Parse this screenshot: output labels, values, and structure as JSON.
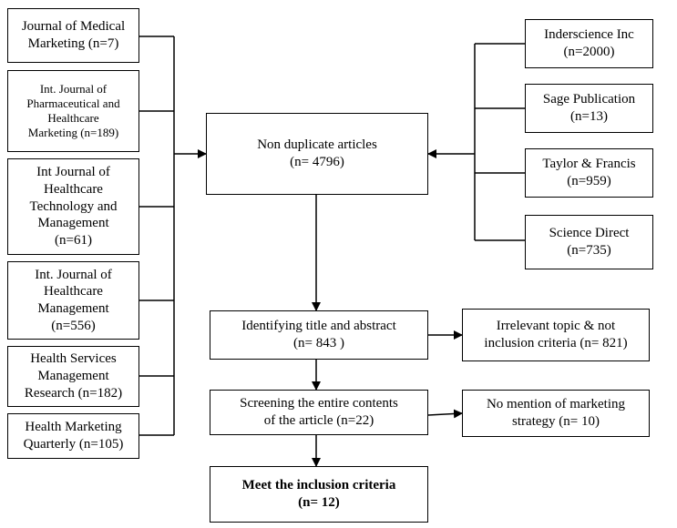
{
  "left_sources": [
    {
      "text": "Journal of Medical\nMarketing (n=7)"
    },
    {
      "text": "Int. Journal of\nPharmaceutical and\nHealthcare\nMarketing (n=189)"
    },
    {
      "text": "Int Journal of\nHealthcare\nTechnology and\nManagement\n(n=61)"
    },
    {
      "text": "Int. Journal of\nHealthcare\nManagement\n(n=556)"
    },
    {
      "text": "Health Services\nManagement\nResearch (n=182)"
    },
    {
      "text": "Health Marketing\nQuarterly (n=105)"
    }
  ],
  "right_sources": [
    {
      "text": "Inderscience Inc\n(n=2000)"
    },
    {
      "text": "Sage Publication\n(n=13)"
    },
    {
      "text": "Taylor & Francis\n(n=959)"
    },
    {
      "text": "Science Direct\n(n=735)"
    }
  ],
  "center": {
    "non_duplicate": "Non duplicate articles\n(n= 4796)",
    "identifying": "Identifying title and abstract\n(n= 843 )",
    "screening": "Screening the entire contents\nof the article (n=22)",
    "final": "Meet the inclusion criteria\n(n= 12)"
  },
  "exclusions": {
    "irrelevant": "Irrelevant topic & not\ninclusion criteria (n= 821)",
    "no_mention": "No mention of marketing\nstrategy (n= 10)"
  }
}
